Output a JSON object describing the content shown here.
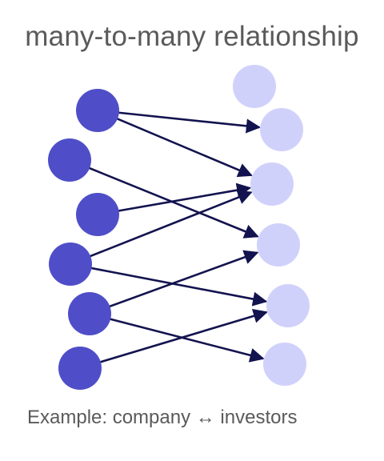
{
  "title": "many-to-many relationship",
  "caption": "Example: company ↔ investors",
  "colors": {
    "left_node": "#4f4ec8",
    "right_node": "#d0d1fb",
    "edge": "#13134f",
    "text": "#5a5a5a"
  },
  "diagram": {
    "left_nodes": [
      "L1",
      "L2",
      "L3",
      "L4",
      "L5",
      "L6"
    ],
    "right_nodes": [
      "R0",
      "R1",
      "R2",
      "R3",
      "R4",
      "R5"
    ],
    "edges": [
      [
        "L1",
        "R1"
      ],
      [
        "L1",
        "R2"
      ],
      [
        "L2",
        "R3"
      ],
      [
        "L3",
        "R2"
      ],
      [
        "L4",
        "R2"
      ],
      [
        "L4",
        "R4"
      ],
      [
        "L5",
        "R3"
      ],
      [
        "L5",
        "R5"
      ],
      [
        "L6",
        "R4"
      ]
    ]
  }
}
